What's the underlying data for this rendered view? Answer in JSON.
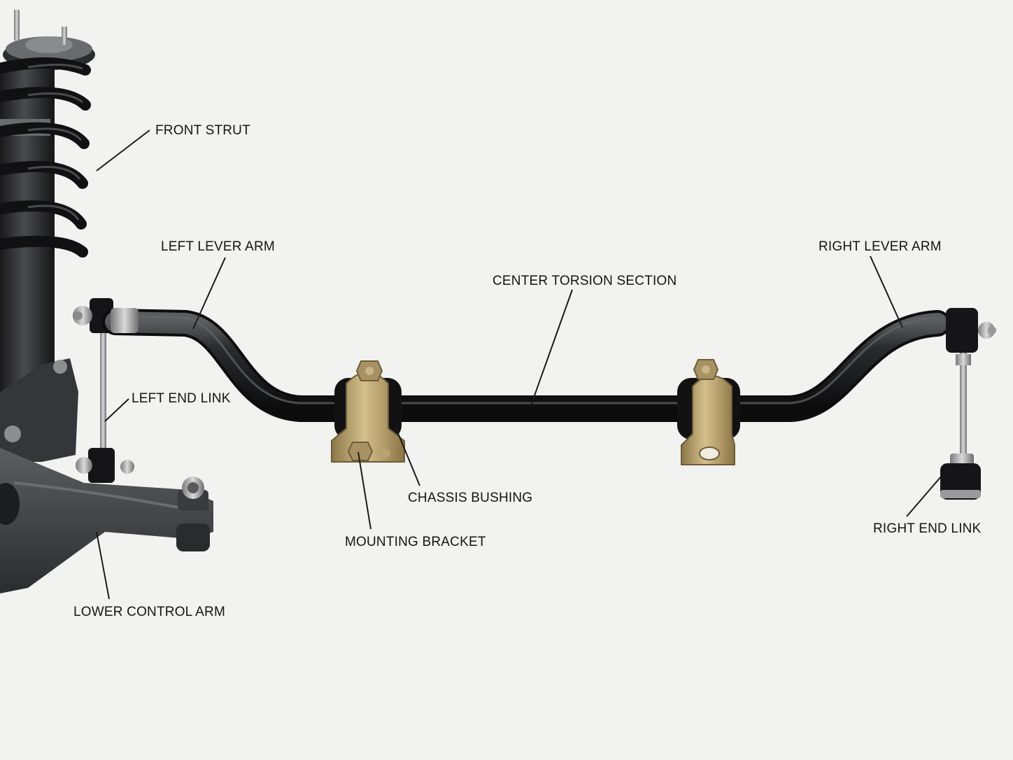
{
  "labels": {
    "front_strut": "FRONT STRUT",
    "left_lever_arm": "LEFT LEVER ARM",
    "center_torsion_section": "CENTER TORSION SECTION",
    "right_lever_arm": "RIGHT LEVER ARM",
    "left_end_link": "LEFT END LINK",
    "chassis_bushing": "CHASSIS BUSHING",
    "mounting_bracket": "MOUNTING BRACKET",
    "right_end_link": "RIGHT END LINK",
    "lower_control_arm": "LOWER CONTROL ARM"
  },
  "colors": {
    "background": "#f2f2f1",
    "bar": "#1b1c1e",
    "bracket": "#b8a06a",
    "leader_line": "#1a1a1a",
    "label_text": "#141414"
  }
}
